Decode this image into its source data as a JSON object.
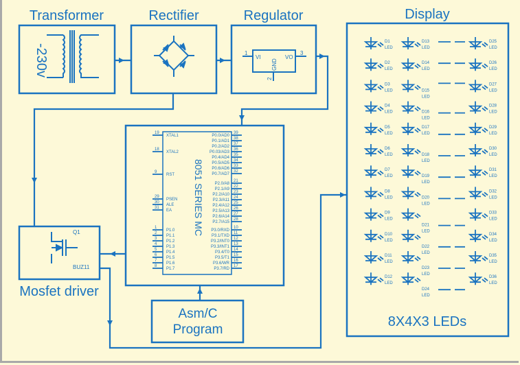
{
  "colors": {
    "line": "#1a73c0",
    "background": "#fdf9d8",
    "frame": "#a9a9a9"
  },
  "blocks": {
    "transformer": {
      "title": "Transformer",
      "voltage": "-230v"
    },
    "rectifier": {
      "title": "Rectifier"
    },
    "regulator": {
      "title": "Regulator",
      "pin_in": "1",
      "pin_out": "3",
      "pin_gnd": "2",
      "vi": "VI",
      "vo": "VO",
      "gnd": "GND"
    },
    "display": {
      "title": "Display",
      "caption": "8X4X3 LEDs"
    },
    "mosfet": {
      "title": "Mosfet driver",
      "ref": "Q1",
      "part": "BUZ11"
    },
    "program": {
      "line1": "Asm/C",
      "line2": "Program"
    },
    "mcu": {
      "label": "8051 SERIES MC",
      "left_pins": [
        {
          "num": "19",
          "name": "XTAL1"
        },
        {
          "num": "18",
          "name": "XTAL2"
        },
        {
          "num": "9",
          "name": "RST"
        },
        {
          "num": "29",
          "name": "PSEN"
        },
        {
          "num": "30",
          "name": "ALE"
        },
        {
          "num": "31",
          "name": "EA"
        },
        {
          "num": "1",
          "name": "P1.0"
        },
        {
          "num": "2",
          "name": "P1.1"
        },
        {
          "num": "3",
          "name": "P1.2"
        },
        {
          "num": "4",
          "name": "P1.3"
        },
        {
          "num": "5",
          "name": "P1.4"
        },
        {
          "num": "6",
          "name": "P1.5"
        },
        {
          "num": "7",
          "name": "P1.6"
        },
        {
          "num": "8",
          "name": "P1.7"
        }
      ],
      "right_pins": [
        {
          "num": "39",
          "name": "P0.0/AD0"
        },
        {
          "num": "38",
          "name": "P0.1/AD1"
        },
        {
          "num": "37",
          "name": "P0.2/AD2"
        },
        {
          "num": "36",
          "name": "P0.03/AD3"
        },
        {
          "num": "35",
          "name": "P0.4/AD4"
        },
        {
          "num": "34",
          "name": "P0.5/AD5"
        },
        {
          "num": "33",
          "name": "P0.6/AD6"
        },
        {
          "num": "32",
          "name": "P0.7/AD7"
        },
        {
          "num": "21",
          "name": "P2.0/A8"
        },
        {
          "num": "22",
          "name": "P2.1/A9"
        },
        {
          "num": "23",
          "name": "P2.2/A10"
        },
        {
          "num": "24",
          "name": "P2.3/A11"
        },
        {
          "num": "25",
          "name": "P2.4/A12"
        },
        {
          "num": "26",
          "name": "P2.5/A13"
        },
        {
          "num": "27",
          "name": "P2.6/A14"
        },
        {
          "num": "28",
          "name": "P2.7/A15"
        },
        {
          "num": "10",
          "name": "P3.0/RXD"
        },
        {
          "num": "11",
          "name": "P3.1/TXD"
        },
        {
          "num": "12",
          "name": "P3.2/INT0"
        },
        {
          "num": "13",
          "name": "P3.3/INT1"
        },
        {
          "num": "14",
          "name": "P3.4/T0"
        },
        {
          "num": "15",
          "name": "P3.5/T1"
        },
        {
          "num": "16",
          "name": "P3.6/WR"
        },
        {
          "num": "17",
          "name": "P3.7/RD"
        }
      ]
    },
    "leds": {
      "type_label": "LED",
      "col1": [
        "D1",
        "D2",
        "D3",
        "D4",
        "D5",
        "D6",
        "D7",
        "D8",
        "D9",
        "D10",
        "D11",
        "D12"
      ],
      "col2": [
        "D13",
        "D14",
        "D15",
        "D16",
        "D17",
        "D18",
        "D19",
        "D20",
        "D21",
        "D22",
        "D23",
        "D24"
      ],
      "col3": [
        "D25",
        "D26",
        "D27",
        "D28",
        "D29",
        "D30",
        "D31",
        "D32",
        "D33",
        "D34",
        "D35",
        "D36"
      ]
    }
  }
}
